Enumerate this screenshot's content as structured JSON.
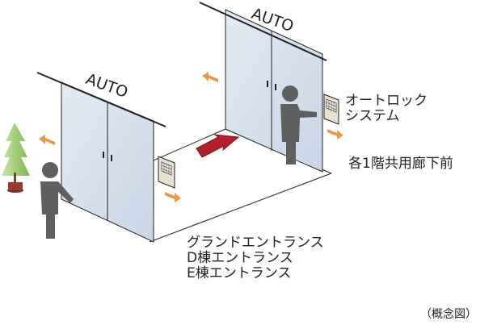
{
  "diagram": {
    "door_labels": {
      "rear": "AUTO",
      "front": "AUTO"
    },
    "label_autolock": [
      "オートロック",
      "システム"
    ],
    "label_floor": "各1階共用廊下前",
    "label_entrances": [
      "グランドエントランス",
      "D棟エントランス",
      "E棟エントランス"
    ],
    "label_note": "（概念図）"
  },
  "colors": {
    "glass": "#d7e1ee",
    "frame": "#222222",
    "person": "#5d5f61",
    "arrow_orange": "#e89a4a",
    "arrow_red": "#b4202a",
    "tree_green": "#9bc86a",
    "panel": "#e9e0cf"
  },
  "icons": [
    "plant-icon",
    "person-icon",
    "arrow-icon",
    "keypad-icon"
  ]
}
